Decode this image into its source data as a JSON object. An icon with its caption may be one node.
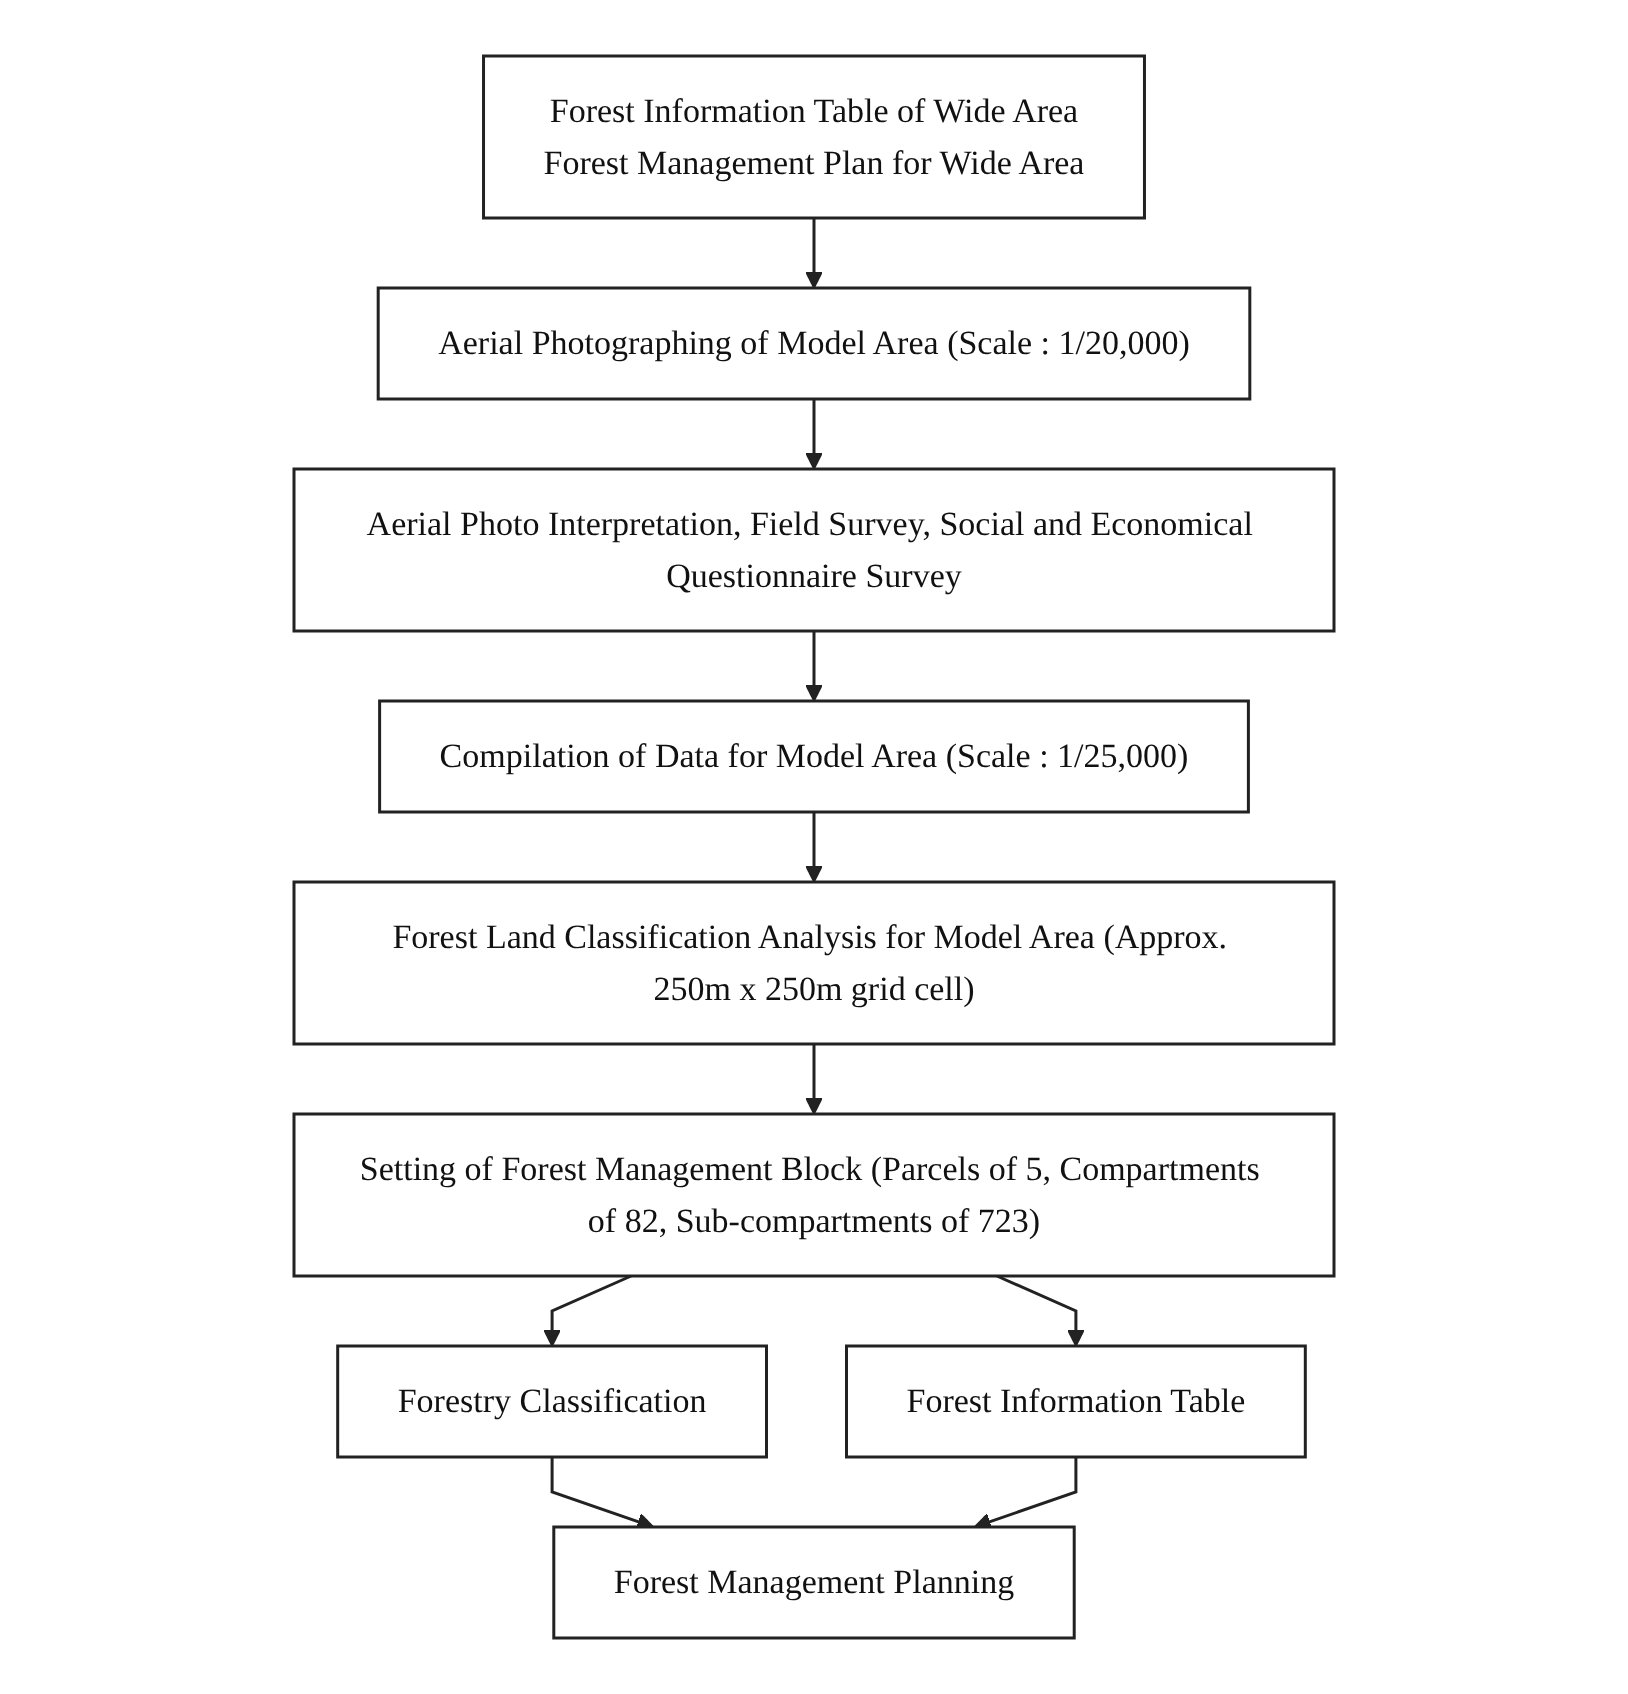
{
  "diagram": {
    "nodes": [
      {
        "text": [
          "Forest Information Table of Wide Area",
          "Forest Management Plan for Wide Area"
        ]
      },
      {
        "text": [
          "Aerial Photographing of Model Area (Scale : 1/20,000)"
        ]
      },
      {
        "text": [
          "Aerial Photo Interpretation, Field Survey, Social and Economical Questionnaire Survey"
        ]
      },
      {
        "text": [
          "Compilation of Data for Model Area (Scale : 1/25,000)"
        ]
      },
      {
        "text": [
          "Forest Land Classification Analysis for Model Area (Approx. 250m x 250m grid cell)"
        ]
      },
      {
        "text": [
          "Setting of Forest Management Block (Parcels of 5, Compartments of 82, Sub-compartments of 723)"
        ]
      },
      {
        "text": [
          "Forestry Classification"
        ]
      },
      {
        "text": [
          "Forest Information Table"
        ]
      },
      {
        "text": [
          "Forest Management Planning"
        ]
      }
    ],
    "edges": [
      {
        "from": 0,
        "to": 1,
        "arrow": "to"
      },
      {
        "from": 1,
        "to": 2,
        "arrow": "to"
      },
      {
        "from": 2,
        "to": 3,
        "arrow": "to"
      },
      {
        "from": 3,
        "to": 4,
        "arrow": "to"
      },
      {
        "from": 4,
        "to": 5,
        "arrow": "to"
      },
      {
        "from": 5,
        "to": 6,
        "arrow": "to"
      },
      {
        "from": 5,
        "to": 7,
        "arrow": "to"
      },
      {
        "from": 6,
        "to": 8,
        "arrow": "to"
      },
      {
        "from": 7,
        "to": 8,
        "arrow": "to"
      }
    ]
  }
}
